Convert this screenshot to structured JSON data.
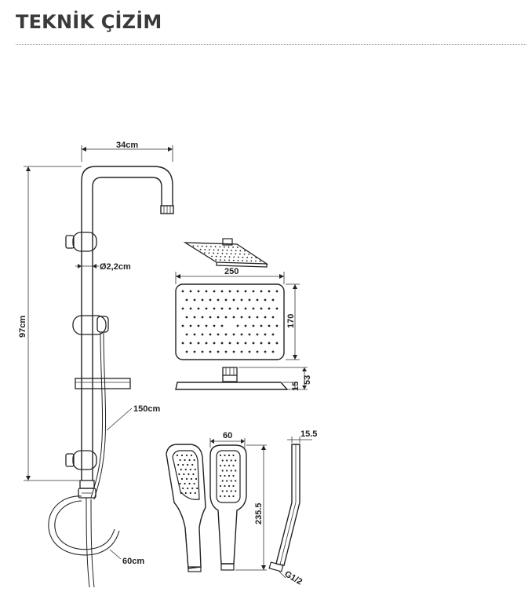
{
  "header": {
    "title": "TEKNİK ÇİZİM"
  },
  "dimensions": {
    "arm_width": "34cm",
    "total_height": "97cm",
    "pipe_diameter": "Ø2,2cm",
    "hose_length": "150cm",
    "hose_loop": "60cm",
    "head_width": "250",
    "head_depth": "170",
    "head_total_height": "53",
    "head_thickness": "15",
    "hand_width": "60",
    "hand_length": "235.5",
    "hand_side_thickness": "15.5",
    "hand_thread": "G1/2"
  }
}
